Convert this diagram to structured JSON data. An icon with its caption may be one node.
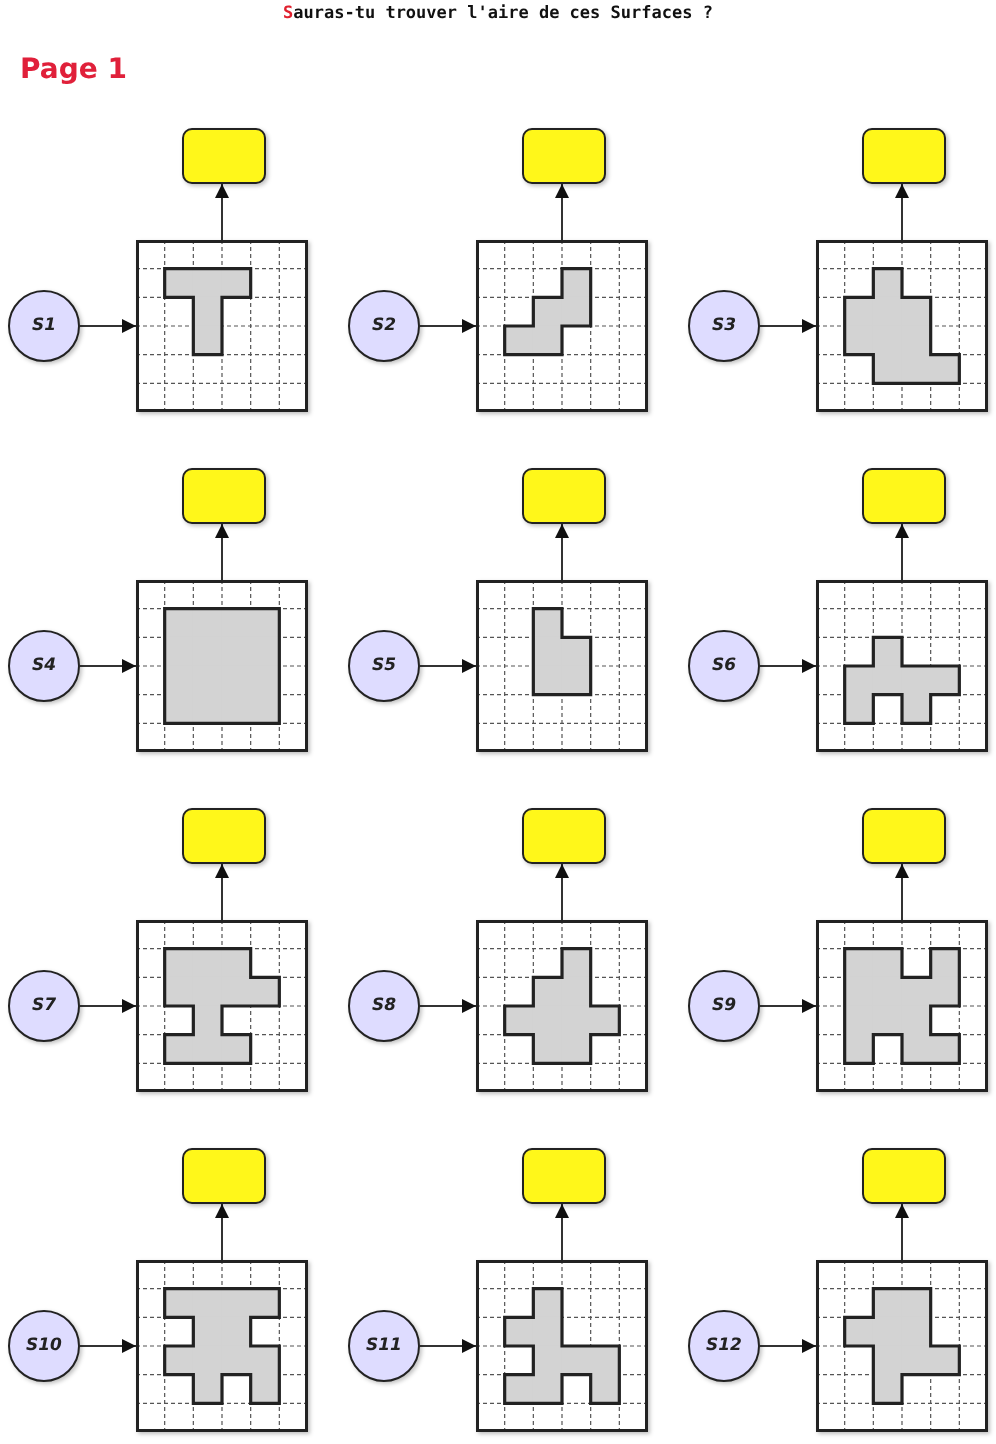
{
  "diagram": {
    "title": "Sauras-tu trouver l'aire de ces Surfaces ?",
    "nodes": [
      {
        "text": [
          "S1"
        ]
      },
      {
        "text": [],
        "shape": "picture"
      },
      {
        "text": [],
        "shape": "box"
      },
      {
        "text": [
          "S2"
        ]
      },
      {
        "text": [],
        "shape": "picture"
      },
      {
        "text": [],
        "shape": "box"
      },
      {
        "text": [
          "S3"
        ]
      },
      {
        "text": [],
        "shape": "picture"
      },
      {
        "text": [],
        "shape": "box"
      },
      {
        "text": [
          "S4"
        ]
      },
      {
        "text": [],
        "shape": "picture"
      },
      {
        "text": [],
        "shape": "box"
      },
      {
        "text": [
          "S5"
        ]
      },
      {
        "text": [],
        "shape": "picture"
      },
      {
        "text": [],
        "shape": "box"
      },
      {
        "text": [
          "S6"
        ]
      },
      {
        "text": [],
        "shape": "picture"
      },
      {
        "text": [],
        "shape": "box"
      },
      {
        "text": [
          "S7"
        ]
      },
      {
        "text": [],
        "shape": "picture"
      },
      {
        "text": [],
        "shape": "box"
      },
      {
        "text": [
          "S8"
        ]
      },
      {
        "text": [],
        "shape": "picture"
      },
      {
        "text": [],
        "shape": "box"
      },
      {
        "text": [
          "S9"
        ]
      },
      {
        "text": [],
        "shape": "picture"
      },
      {
        "text": [],
        "shape": "box"
      },
      {
        "text": [
          "S10"
        ]
      },
      {
        "text": [],
        "shape": "picture"
      },
      {
        "text": [],
        "shape": "box"
      },
      {
        "text": [
          "S11"
        ]
      },
      {
        "text": [],
        "shape": "picture"
      },
      {
        "text": [],
        "shape": "box"
      },
      {
        "text": [
          "S12"
        ]
      },
      {
        "text": [],
        "shape": "picture"
      },
      {
        "text": [],
        "shape": "box"
      }
    ],
    "edges": [
      {
        "from": 0,
        "to": 1,
        "arrow": "to"
      },
      {
        "from": 1,
        "to": 2,
        "arrow": "to"
      },
      {
        "from": 3,
        "to": 4,
        "arrow": "to"
      },
      {
        "from": 4,
        "to": 5,
        "arrow": "to"
      },
      {
        "from": 6,
        "to": 7,
        "arrow": "to"
      },
      {
        "from": 7,
        "to": 8,
        "arrow": "to"
      },
      {
        "from": 9,
        "to": 10,
        "arrow": "to"
      },
      {
        "from": 10,
        "to": 11,
        "arrow": "to"
      },
      {
        "from": 12,
        "to": 13,
        "arrow": "to"
      },
      {
        "from": 13,
        "to": 14,
        "arrow": "to"
      },
      {
        "from": 15,
        "to": 16,
        "arrow": "to"
      },
      {
        "from": 16,
        "to": 17,
        "arrow": "to"
      },
      {
        "from": 18,
        "to": 19,
        "arrow": "to"
      },
      {
        "from": 19,
        "to": 20,
        "arrow": "to"
      },
      {
        "from": 21,
        "to": 22,
        "arrow": "to"
      },
      {
        "from": 22,
        "to": 23,
        "arrow": "to"
      },
      {
        "from": 24,
        "to": 25,
        "arrow": "to"
      },
      {
        "from": 25,
        "to": 26,
        "arrow": "to"
      },
      {
        "from": 27,
        "to": 28,
        "arrow": "to"
      },
      {
        "from": 28,
        "to": 29,
        "arrow": "to"
      },
      {
        "from": 30,
        "to": 31,
        "arrow": "to"
      },
      {
        "from": 31,
        "to": 32,
        "arrow": "to"
      },
      {
        "from": 33,
        "to": 34,
        "arrow": "to"
      },
      {
        "from": 34,
        "to": 35,
        "arrow": "to"
      }
    ],
    "labels": [
      "Page 1"
    ]
  }
}
